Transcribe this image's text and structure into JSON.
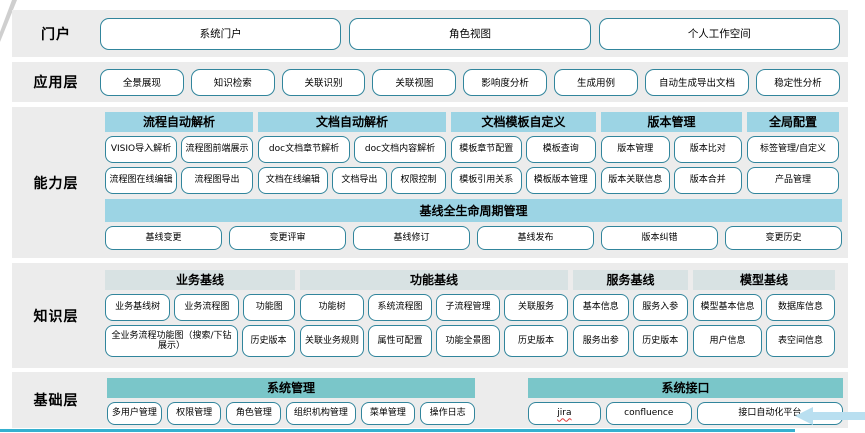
{
  "layers": {
    "portal": {
      "label": "门户",
      "items": [
        "系统门户",
        "角色视图",
        "个人工作空间"
      ]
    },
    "application": {
      "label": "应用层",
      "items": [
        "全景展现",
        "知识检索",
        "关联识别",
        "关联视图",
        "影响度分析",
        "生成用例",
        "自动生成导出文档",
        "稳定性分析"
      ]
    },
    "capability": {
      "label": "能力层",
      "groups": [
        {
          "header": "流程自动解析",
          "row1": [
            "VISIO导入解析",
            "流程图前端展示"
          ],
          "row2": [
            "流程图在线编辑",
            "流程图导出"
          ]
        },
        {
          "header": "文档自动解析",
          "row1": [
            "doc文档章节解析",
            "doc文档内容解析"
          ],
          "row2": [
            "文档在线编辑",
            "文档导出",
            "权限控制"
          ]
        },
        {
          "header": "文档模板自定义",
          "row1": [
            "模板章节配置",
            "模板查询"
          ],
          "row2": [
            "模板引用关系",
            "模板版本管理"
          ]
        },
        {
          "header": "版本管理",
          "row1": [
            "版本管理",
            "版本比对"
          ],
          "row2": [
            "版本关联信息",
            "版本合并"
          ]
        },
        {
          "header": "全局配置",
          "row1": [
            "标签管理/自定义"
          ],
          "row2": [
            "产品管理"
          ]
        }
      ],
      "baseline_header": "基线全生命周期管理",
      "baseline_items": [
        "基线变更",
        "变更评审",
        "基线修订",
        "基线发布",
        "版本纠错",
        "变更历史"
      ]
    },
    "knowledge": {
      "label": "知识层",
      "groups": [
        {
          "header": "业务基线",
          "row1": [
            "业务基线树",
            "业务流程图",
            "功能图"
          ],
          "row2": [
            "全业务流程功能图（搜索/下钻展示）",
            "历史版本"
          ]
        },
        {
          "header": "功能基线",
          "row1": [
            "功能树",
            "系统流程图",
            "子流程管理",
            "关联服务"
          ],
          "row2": [
            "关联业务规则",
            "属性可配置",
            "功能全景图",
            "历史版本"
          ]
        },
        {
          "header": "服务基线",
          "row1": [
            "基本信息",
            "服务入参"
          ],
          "row2": [
            "服务出参",
            "历史版本"
          ]
        },
        {
          "header": "模型基线",
          "row1": [
            "模型基本信息",
            "数据库信息"
          ],
          "row2": [
            "用户信息",
            "表空间信息"
          ]
        }
      ]
    },
    "foundation": {
      "label": "基础层",
      "groups": [
        {
          "header": "系统管理",
          "items": [
            "多用户管理",
            "权限管理",
            "角色管理",
            "组织机构管理",
            "菜单管理",
            "操作日志"
          ]
        },
        {
          "header": "系统接口",
          "items": [
            "jira",
            "confluence",
            "接口自动化平台"
          ]
        }
      ]
    }
  },
  "colors": {
    "band_background": "#ececec",
    "box_border": "#31859c",
    "capability_header": "#9cd4e4",
    "knowledge_header": "#d8e2e3",
    "foundation_header": "#7ac6c9",
    "bottom_line": "#35b0cf",
    "arrow_fill": "#b9dff0"
  }
}
